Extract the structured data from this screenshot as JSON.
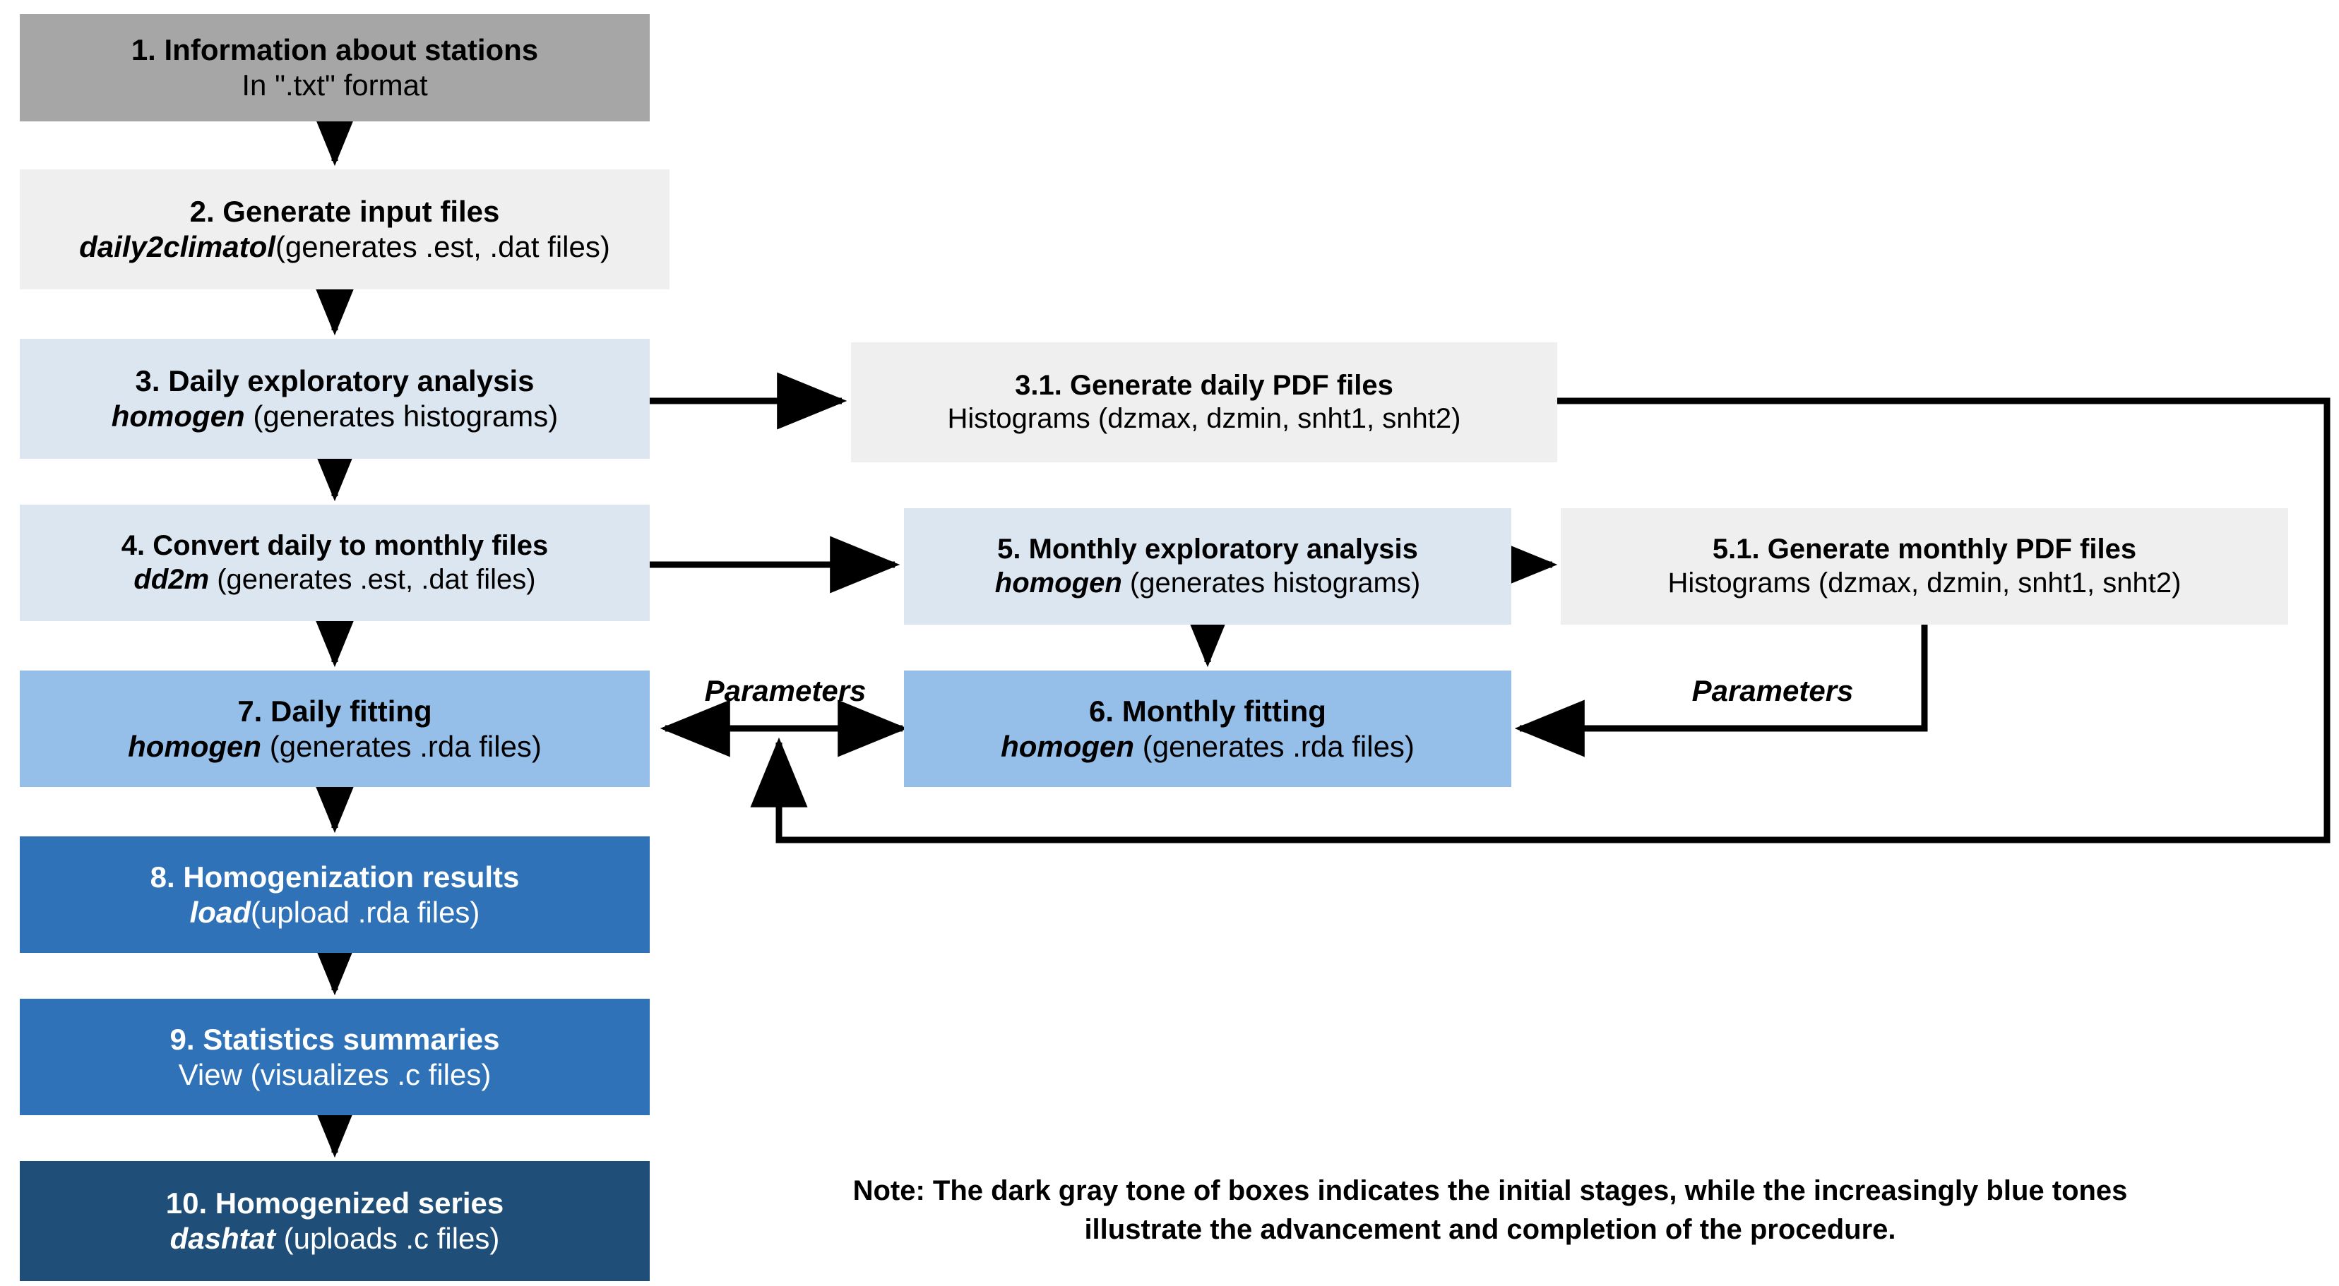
{
  "diagram": {
    "title": "Climatol homogenization workflow",
    "colors": {
      "stage_gray": "#a6a6a6",
      "stage_light_gray": "#efefef",
      "stage_blue_1": "#dce6f1",
      "stage_blue_2": "#95bfe8",
      "stage_blue_3": "#2f72b8",
      "stage_blue_4": "#1f4e79",
      "connector": "#000000",
      "background": "#ffffff"
    },
    "nodes": [
      {
        "id": "n1",
        "line1": "1. Information about stations",
        "line2_fn": "",
        "line2_rest": "In \".txt\" format",
        "tone": "gray"
      },
      {
        "id": "n2",
        "line1": "2. Generate input files",
        "line2_fn": "daily2climatol",
        "line2_rest": "(generates .est, .dat files)",
        "tone": "light-gray"
      },
      {
        "id": "n3",
        "line1": "3. Daily exploratory analysis",
        "line2_fn": "homogen",
        "line2_rest": " (generates histograms)",
        "tone": "blue-1"
      },
      {
        "id": "n3_1",
        "line1": "3.1. Generate daily PDF files",
        "line2_fn": "",
        "line2_rest": "Histograms (dzmax, dzmin, snht1, snht2)",
        "tone": "light-gray"
      },
      {
        "id": "n4",
        "line1": "4. Convert daily to monthly files",
        "line2_fn": "dd2m",
        "line2_rest": " (generates .est, .dat files)",
        "tone": "blue-1"
      },
      {
        "id": "n5",
        "line1": "5. Monthly exploratory analysis",
        "line2_fn": "homogen",
        "line2_rest": " (generates histograms)",
        "tone": "blue-1"
      },
      {
        "id": "n5_1",
        "line1": "5.1. Generate monthly PDF files",
        "line2_fn": "",
        "line2_rest": "Histograms (dzmax, dzmin, snht1, snht2)",
        "tone": "light-gray"
      },
      {
        "id": "n7",
        "line1": "7. Daily fitting",
        "line2_fn": "homogen",
        "line2_rest": " (generates .rda files)",
        "tone": "blue-2"
      },
      {
        "id": "n6",
        "line1": "6. Monthly fitting",
        "line2_fn": "homogen",
        "line2_rest": " (generates .rda files)",
        "tone": "blue-2"
      },
      {
        "id": "n8",
        "line1": "8. Homogenization results",
        "line2_fn": "load",
        "line2_rest": "(upload .rda files)",
        "tone": "blue-3"
      },
      {
        "id": "n9",
        "line1": "9. Statistics summaries",
        "line2_fn": "",
        "line2_rest": "View (visualizes .c files)",
        "tone": "blue-3"
      },
      {
        "id": "n10",
        "line1": "10. Homogenized series",
        "line2_fn": "dashtat",
        "line2_rest": " (uploads .c files)",
        "tone": "blue-4"
      }
    ],
    "edge_labels": [
      {
        "id": "param_left",
        "text": "Parameters"
      },
      {
        "id": "param_right",
        "text": "Parameters"
      }
    ],
    "note": {
      "line1": "Note: The dark gray tone of boxes indicates the initial stages, while the increasingly blue tones",
      "line2": "illustrate the advancement and completion of the procedure."
    }
  }
}
